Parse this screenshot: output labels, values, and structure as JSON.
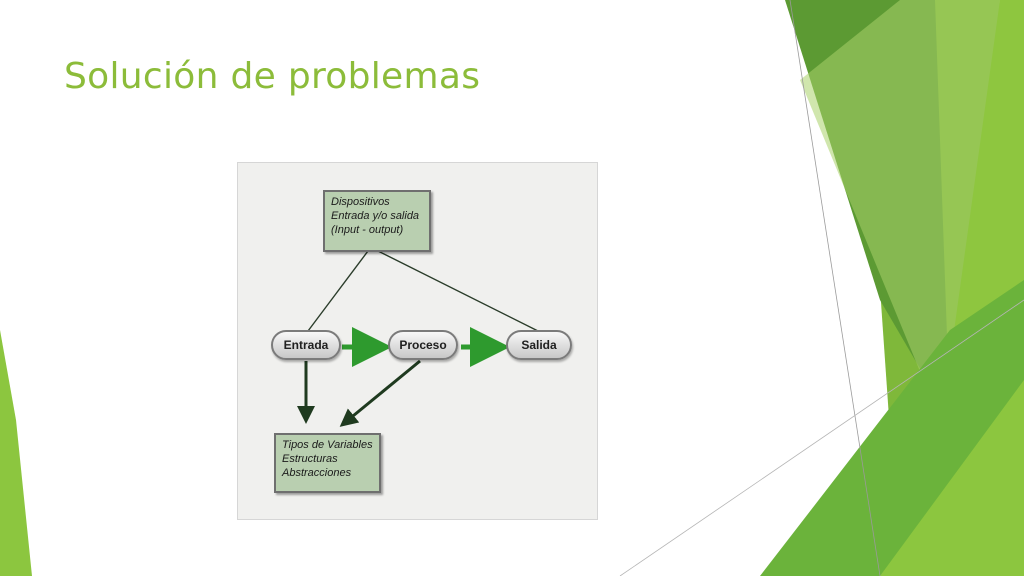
{
  "slide": {
    "title": "Solución de problemas"
  },
  "diagram": {
    "top_box": {
      "lines": [
        "Dispositivos",
        "Entrada y/o salida",
        "(Input - output)"
      ]
    },
    "nodes": {
      "entrada": "Entrada",
      "proceso": "Proceso",
      "salida": "Salida"
    },
    "bottom_box": {
      "lines": [
        "Tipos de Variables",
        "Estructuras",
        "Abstracciones"
      ]
    }
  },
  "colors": {
    "title": "#8cbc3a",
    "flow_arrow": "#2e9a2e",
    "dark_arrow": "#1f3a1f",
    "box_fill": "#b9cfb0",
    "deco_dark": "#5e9c32",
    "deco_light": "#c8e09a"
  }
}
